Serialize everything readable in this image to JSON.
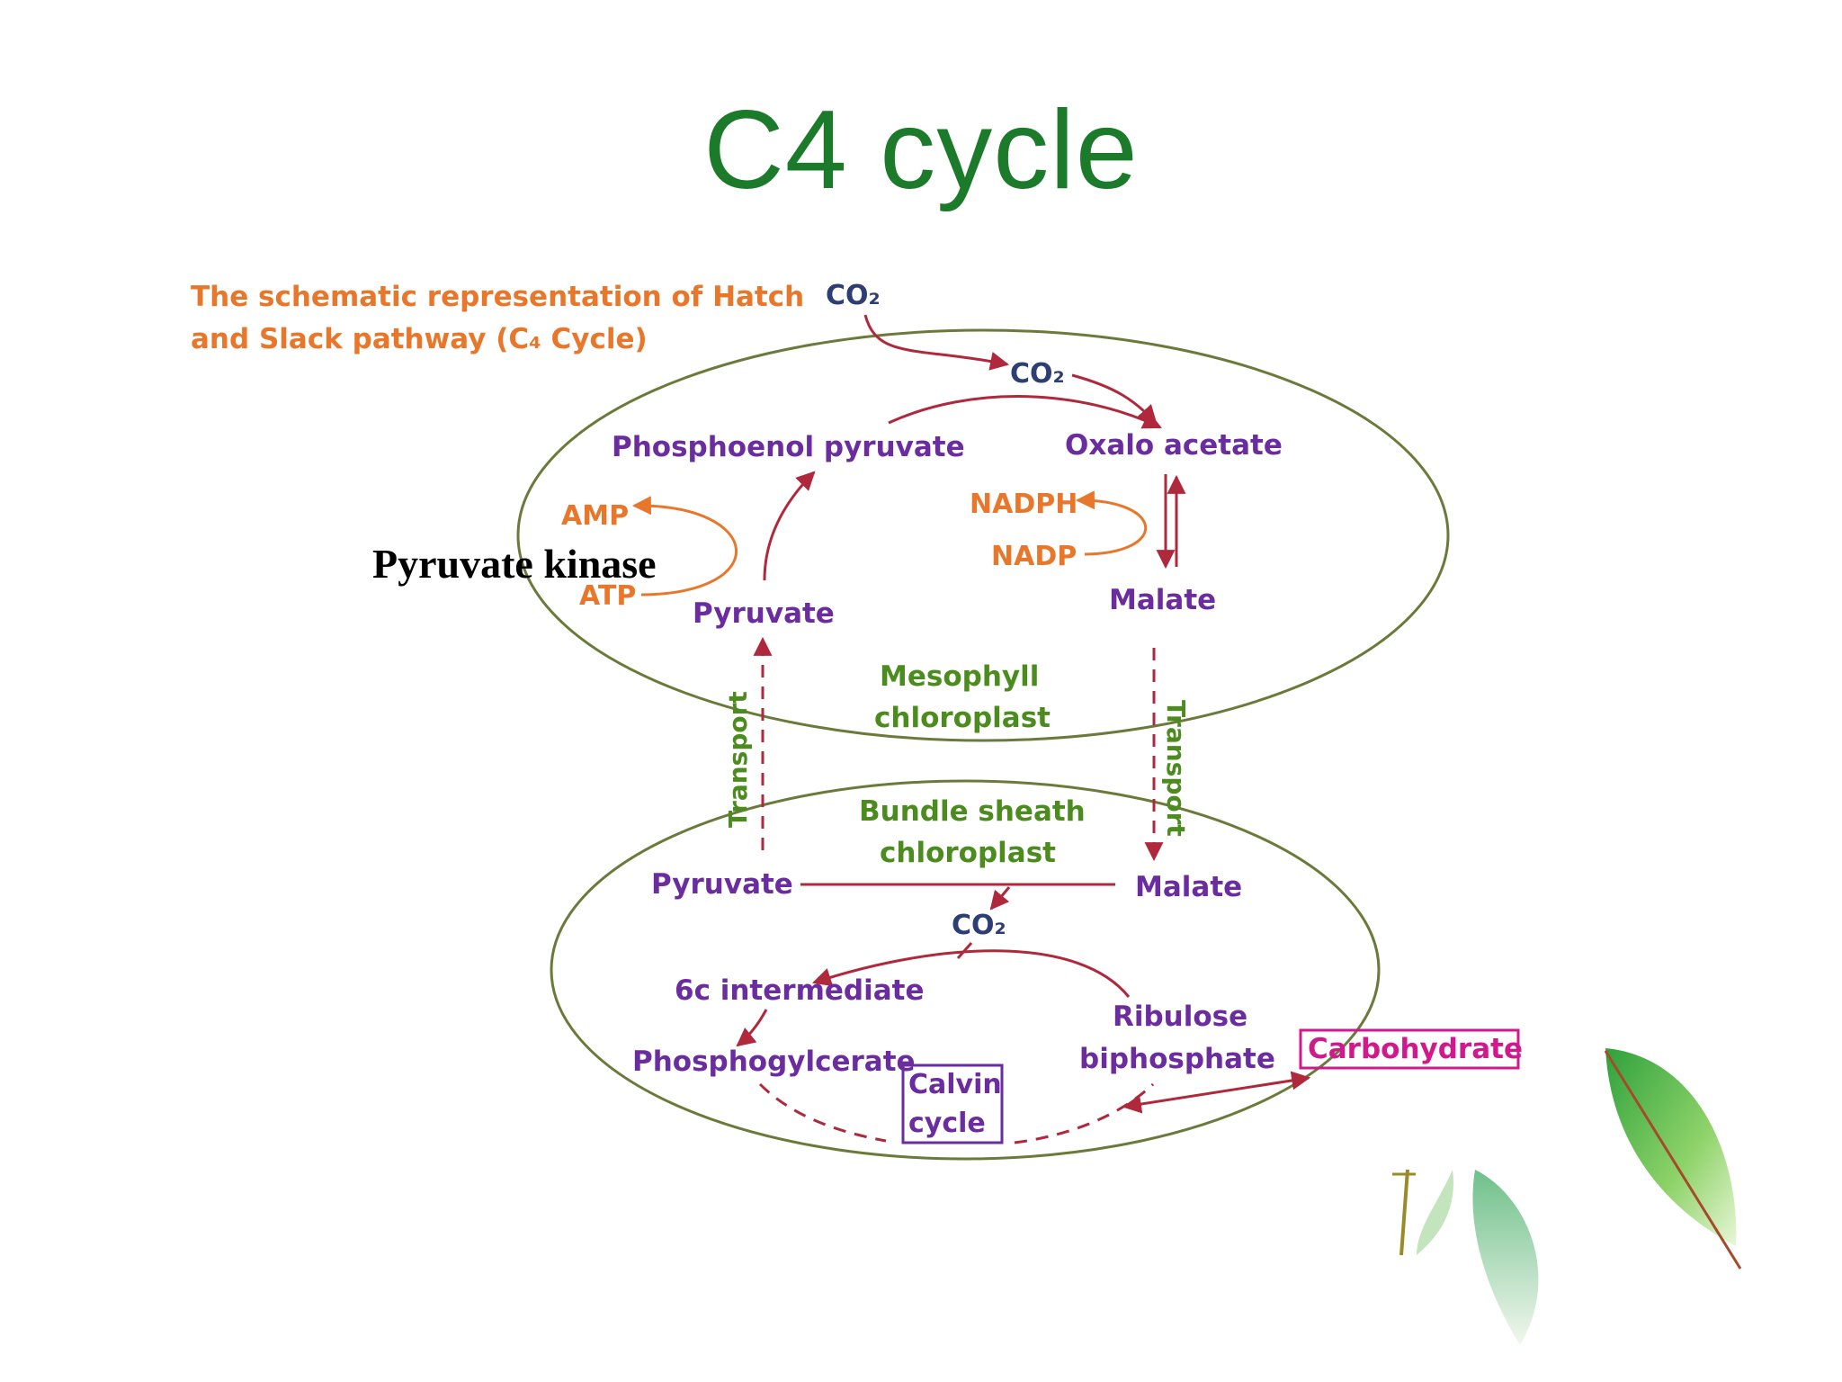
{
  "title": "C4 cycle",
  "caption": {
    "line1": "The schematic representation of Hatch",
    "line2": "and Slack pathway (C₄ Cycle)"
  },
  "mesophyll": {
    "co2_outer": "CO₂",
    "co2_inner": "CO₂",
    "pep": "Phosphoenol pyruvate",
    "oaa": "Oxalo acetate",
    "amp": "AMP",
    "atp": "ATP",
    "enzyme": "Pyruvate kinase",
    "pyruvate": "Pyruvate",
    "nadph": "NADPH",
    "nadp": "NADP",
    "malate": "Malate",
    "label_line1": "Mesophyll",
    "label_line2": "chloroplast"
  },
  "transport": {
    "left": "Transport",
    "right": "Transport"
  },
  "bundle_sheath": {
    "label_line1": "Bundle sheath",
    "label_line2": "chloroplast",
    "pyruvate": "Pyruvate",
    "malate": "Malate",
    "co2": "CO₂",
    "intermediate": "6c intermediate",
    "ribulose_line1": "Ribulose",
    "ribulose_line2": "biphosphate",
    "phosphoglycerate": "Phosphogylcerate",
    "calvin_line1": "Calvin",
    "calvin_line2": "cycle",
    "carbohydrate": "Carbohydrate"
  },
  "colors": {
    "title": "#1c7a2b",
    "metabolite": "#6a2c9e",
    "cofactor": "#e8772b",
    "compartment": "#4c8c1f",
    "arrow": "#b0283c",
    "box_magenta": "#d0198c",
    "leaf_green": "#3fb54a"
  },
  "icons": {
    "decoration": "leaf-decoration-icon"
  }
}
